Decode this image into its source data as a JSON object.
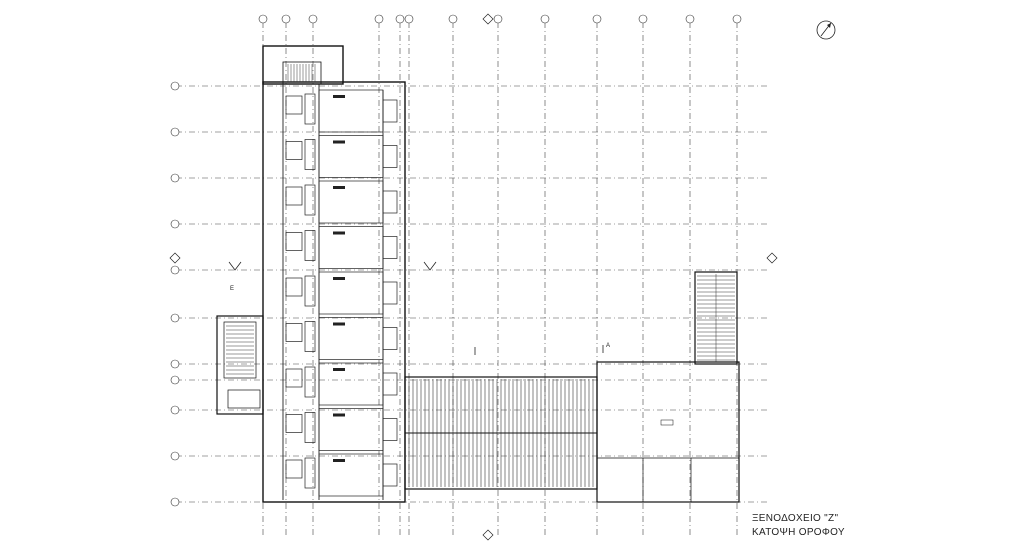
{
  "drawing": {
    "title_line1": "ΞΕΝΟΔΟΧΕΙΟ \"Ζ\"",
    "title_line2": "ΚΑΤΟΨΗ ΟΡΟΦΟΥ"
  },
  "annotations": {
    "section_mark": "A",
    "section_mark_side": "E"
  },
  "icons": {
    "north_arrow": "north-arrow-icon",
    "grid_bubble": "grid-bubble-icon",
    "elevation_marker": "elevation-marker-icon"
  },
  "colors": {
    "line": "#1a1a1a",
    "grid": "#555555",
    "background": "#ffffff"
  }
}
